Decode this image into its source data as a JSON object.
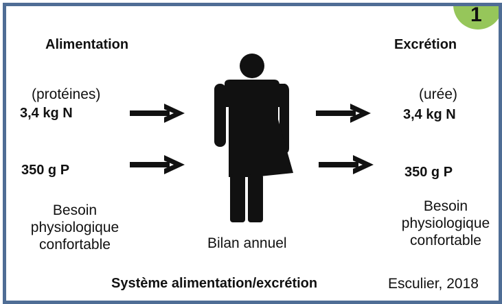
{
  "badge": {
    "number": "1"
  },
  "left": {
    "heading": "Alimentation",
    "nitrogen_note": "(protéines)",
    "nitrogen_value": "3,4 kg N",
    "phosphorus_value": "350 g P",
    "need_line1": "Besoin",
    "need_line2": "physiologique",
    "need_line3": "confortable"
  },
  "center": {
    "figure_icon": "person-icon",
    "label": "Bilan annuel"
  },
  "right": {
    "heading": "Excrétion",
    "nitrogen_note": "(urée)",
    "nitrogen_value": "3,4 kg N",
    "phosphorus_value": "350 g P",
    "need_line1": "Besoin",
    "need_line2": "physiologique",
    "need_line3": "confortable"
  },
  "footer": {
    "title": "Système alimentation/excrétion",
    "credit": "Esculier, 2018"
  },
  "colors": {
    "frame_border": "#4f6d95",
    "badge": "#96c65a",
    "ink": "#111111"
  }
}
